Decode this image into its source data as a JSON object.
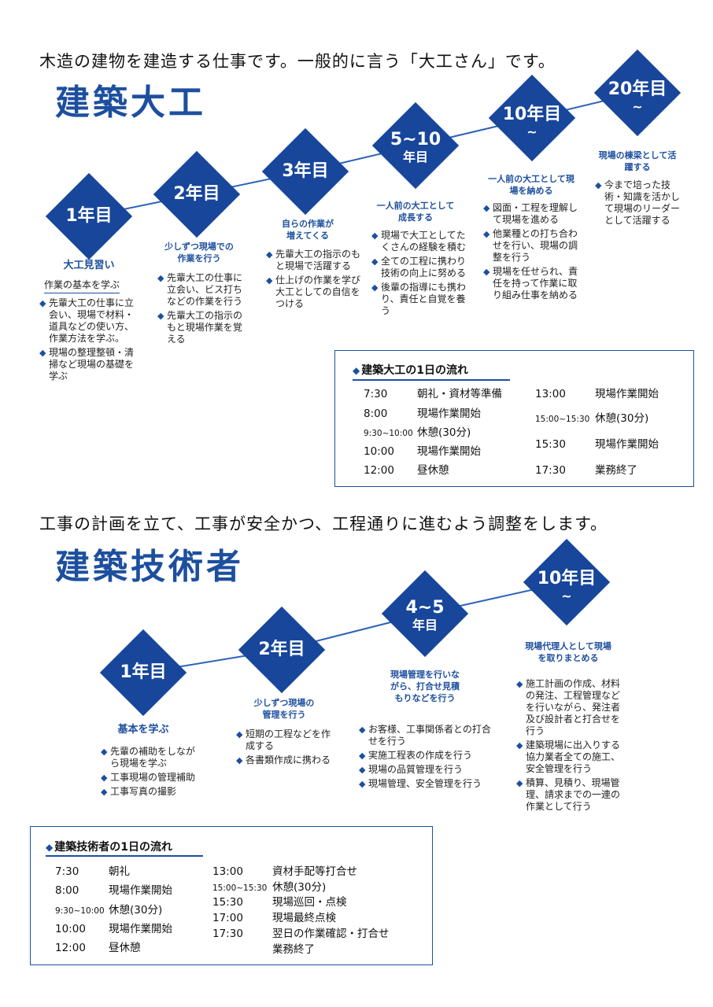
{
  "colors": {
    "accent": "#17469b",
    "title": "#1d4f9e",
    "line": "#2b62b8"
  },
  "carpenter": {
    "lead": "木造の建物を建造する仕事です。一般的に言う「大工さん」です。",
    "title": "建築大工",
    "stages": [
      {
        "label": "1年目",
        "label2": "",
        "heading": "大工見習い",
        "subheading": "作業の基本を学ぶ",
        "items": [
          "先輩大工の仕事に立会い、現場で材料・道具などの使い方、作業方法を学ぶ。",
          "現場の整理整頓・清掃など現場の基礎を学ぶ"
        ]
      },
      {
        "label": "2年目",
        "label2": "",
        "heading": "少しずつ現場での作業を行う",
        "items": [
          "先輩大工の仕事に立会い、ビス打ちなどの作業を行う",
          "先輩大工の指示のもと現場作業を覚える"
        ]
      },
      {
        "label": "3年目",
        "label2": "",
        "heading": "自らの作業が増えてくる",
        "items": [
          "先輩大工の指示のもと現場で活躍する",
          "仕上げの作業を学び大工としての自信をつける"
        ]
      },
      {
        "label": "5~10",
        "label2": "年目",
        "heading": "一人前の大工として成長する",
        "items": [
          "現場で大工としてたくさんの経験を積む",
          "全ての工程に携わり技術の向上に努める",
          "後輩の指導にも携わり、責任と自覚を養う"
        ]
      },
      {
        "label": "10年目",
        "label2": "~",
        "heading": "一人前の大工として現場を納める",
        "items": [
          "図面・工程を理解して現場を進める",
          "他業種との打ち合わせを行い、現場の調整を行う",
          "現場を任せられ、責任を持って作業に取り組み仕事を納める"
        ]
      },
      {
        "label": "20年目",
        "label2": "~",
        "heading": "現場の棟梁として活躍する",
        "items": [
          "今まで培った技術・知識を活かして現場のリーダーとして活躍する"
        ]
      }
    ],
    "schedule": {
      "title": "建築大工の1日の流れ",
      "left": [
        {
          "time": "7:30",
          "task": "朝礼・資材等準備"
        },
        {
          "time": "8:00",
          "task": "現場作業開始"
        },
        {
          "time": "9:30~10:00",
          "task": "休憩(30分)"
        },
        {
          "time": "10:00",
          "task": "現場作業開始"
        },
        {
          "time": "12:00",
          "task": "昼休憩"
        }
      ],
      "right": [
        {
          "time": "13:00",
          "task": "現場作業開始"
        },
        {
          "time": "15:00~15:30",
          "task": "休憩(30分)"
        },
        {
          "time": "15:30",
          "task": "現場作業開始"
        },
        {
          "time": "17:30",
          "task": "業務終了"
        }
      ]
    }
  },
  "engineer": {
    "lead": "工事の計画を立て、工事が安全かつ、工程通りに進むよう調整をします。",
    "title": "建築技術者",
    "stages": [
      {
        "label": "1年目",
        "label2": "",
        "heading": "基本を学ぶ",
        "items": [
          "先輩の補助をしながら現場を学ぶ",
          "工事現場の管理補助",
          "工事写真の撮影"
        ]
      },
      {
        "label": "2年目",
        "label2": "",
        "heading": "少しずつ現場の管理を行う",
        "items": [
          "短期の工程などを作成する",
          "各書類作成に携わる"
        ]
      },
      {
        "label": "4~5",
        "label2": "年目",
        "heading": "現場管理を行いながら、打合せ見積もりなどを行う",
        "items": [
          "お客様、工事関係者との打合せを行う",
          "実施工程表の作成を行う",
          "現場の品質管理を行う",
          "現場管理、安全管理を行う"
        ]
      },
      {
        "label": "10年目",
        "label2": "~",
        "heading": "現場代理人として現場を取りまとめる",
        "items": [
          "施工計画の作成、材料の発注、工程管理などを行いながら、発注者及び設計者と打合せを行う",
          "建築現場に出入りする協力業者全ての施工、安全管理を行う",
          "積算、見積り、現場管理、請求までの一連の作業として行う"
        ]
      }
    ],
    "schedule": {
      "title": "建築技術者の1日の流れ",
      "left": [
        {
          "time": "7:30",
          "task": "朝礼"
        },
        {
          "time": "8:00",
          "task": "現場作業開始"
        },
        {
          "time": "9:30~10:00",
          "task": "休憩(30分)"
        },
        {
          "time": "10:00",
          "task": "現場作業開始"
        },
        {
          "time": "12:00",
          "task": "昼休憩"
        }
      ],
      "right": [
        {
          "time": "13:00",
          "task": "資材手配等打合せ"
        },
        {
          "time": "15:00~15:30",
          "task": "休憩(30分)"
        },
        {
          "time": "15:30",
          "task": "現場巡回・点検"
        },
        {
          "time": "17:00",
          "task": "現場最終点検"
        },
        {
          "time": "17:30",
          "task": "翌日の作業確認・打合せ"
        },
        {
          "time": "",
          "task": "業務終了"
        }
      ]
    }
  }
}
